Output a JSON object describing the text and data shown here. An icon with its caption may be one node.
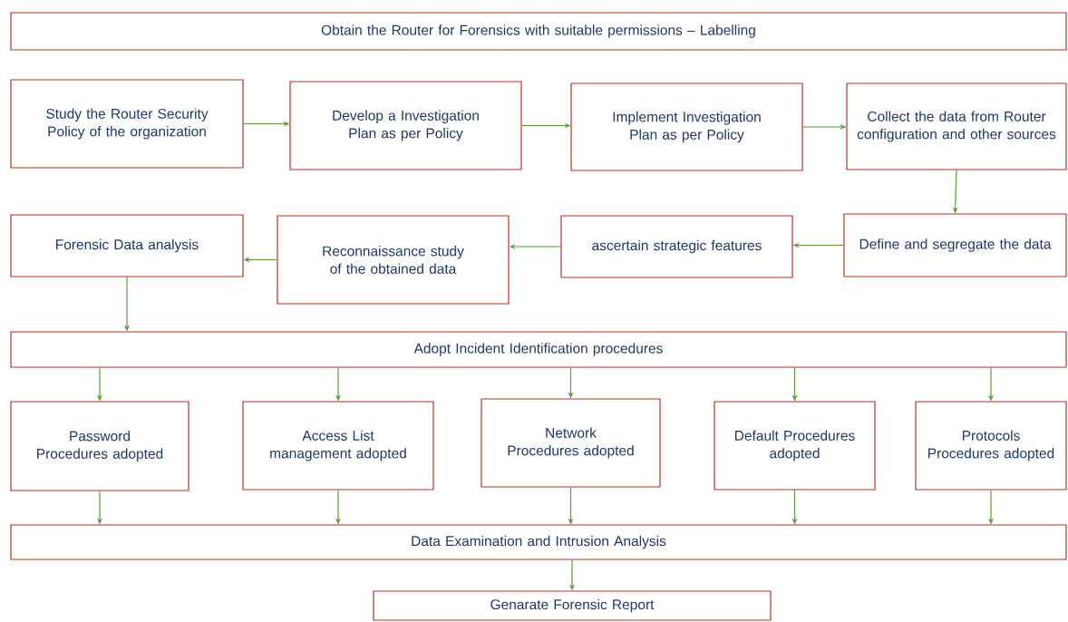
{
  "diagram": {
    "nodes": [
      {
        "text": [
          "Obtain the Router for Forensics with suitable permissions – Labelling"
        ]
      },
      {
        "text": [
          "Study the Router Security Policy of the organization"
        ]
      },
      {
        "text": [
          "Develop a Investigation Plan as per Policy"
        ]
      },
      {
        "text": [
          "Implement Investigation Plan as per Policy"
        ]
      },
      {
        "text": [
          "Collect the data from Router configuration and other sources"
        ]
      },
      {
        "text": [
          "Define and segregate the data"
        ]
      },
      {
        "text": [
          "ascertain strategic features"
        ]
      },
      {
        "text": [
          "Reconnaissance study of the obtained data"
        ]
      },
      {
        "text": [
          "Forensic Data analysis"
        ]
      },
      {
        "text": [
          "Adopt Incident Identification procedures"
        ]
      },
      {
        "text": [
          "Password Procedures adopted"
        ]
      },
      {
        "text": [
          "Access List management adopted"
        ]
      },
      {
        "text": [
          "Network Procedures adopted"
        ]
      },
      {
        "text": [
          "Default Procedures adopted"
        ]
      },
      {
        "text": [
          "Protocols Procedures adopted"
        ]
      },
      {
        "text": [
          "Data Examination and Intrusion Analysis"
        ]
      },
      {
        "text": [
          "Genarate Forensic Report"
        ]
      }
    ],
    "edges": [
      {
        "from": 1,
        "to": 2,
        "arrow": "to"
      },
      {
        "from": 2,
        "to": 3,
        "arrow": "to"
      },
      {
        "from": 3,
        "to": 4,
        "arrow": "to"
      },
      {
        "from": 4,
        "to": 5,
        "arrow": "to"
      },
      {
        "from": 5,
        "to": 6,
        "arrow": "to"
      },
      {
        "from": 6,
        "to": 7,
        "arrow": "to"
      },
      {
        "from": 7,
        "to": 8,
        "arrow": "to"
      },
      {
        "from": 8,
        "to": 9,
        "arrow": "to"
      },
      {
        "from": 9,
        "to": 10,
        "arrow": "to"
      },
      {
        "from": 9,
        "to": 11,
        "arrow": "to"
      },
      {
        "from": 9,
        "to": 12,
        "arrow": "to"
      },
      {
        "from": 9,
        "to": 13,
        "arrow": "to"
      },
      {
        "from": 9,
        "to": 14,
        "arrow": "to"
      },
      {
        "from": 10,
        "to": 15,
        "arrow": "to"
      },
      {
        "from": 11,
        "to": 15,
        "arrow": "to"
      },
      {
        "from": 12,
        "to": 15,
        "arrow": "to"
      },
      {
        "from": 13,
        "to": 15,
        "arrow": "to"
      },
      {
        "from": 14,
        "to": 15,
        "arrow": "to"
      },
      {
        "from": 15,
        "to": 16,
        "arrow": "to"
      }
    ]
  }
}
